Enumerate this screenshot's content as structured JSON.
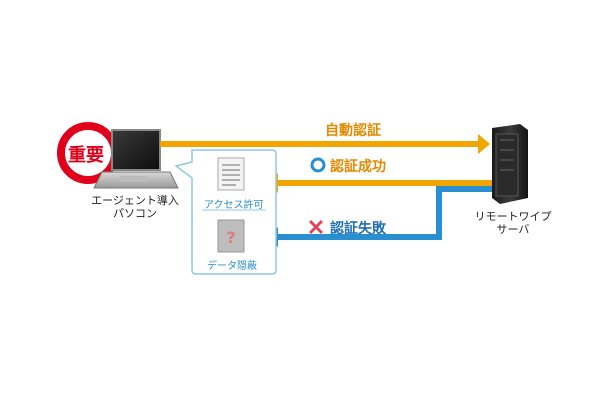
{
  "badge": {
    "label": "重要"
  },
  "client": {
    "caption_line1": "エージェント導入",
    "caption_line2": "パソコン"
  },
  "server": {
    "caption_line1": "リモートワイプ",
    "caption_line2": "サーバ"
  },
  "flows": {
    "auto_auth": {
      "label": "自動認証",
      "color": "#f0a500"
    },
    "auth_success": {
      "label": "認証成功",
      "color": "#f0a500",
      "icon": "circle-icon"
    },
    "auth_fail": {
      "label": "認証失敗",
      "color": "#2a8fd0",
      "icon": "cross-icon"
    }
  },
  "outcomes": {
    "access": {
      "label": "アクセス許可",
      "icon": "document-icon"
    },
    "hidden": {
      "label": "データ隠蔽",
      "icon": "hidden-document-icon"
    }
  },
  "colors": {
    "orange": "#f0a500",
    "blue": "#2a8fd0",
    "red": "#e0001b",
    "panel_border": "#8fc9e3"
  }
}
